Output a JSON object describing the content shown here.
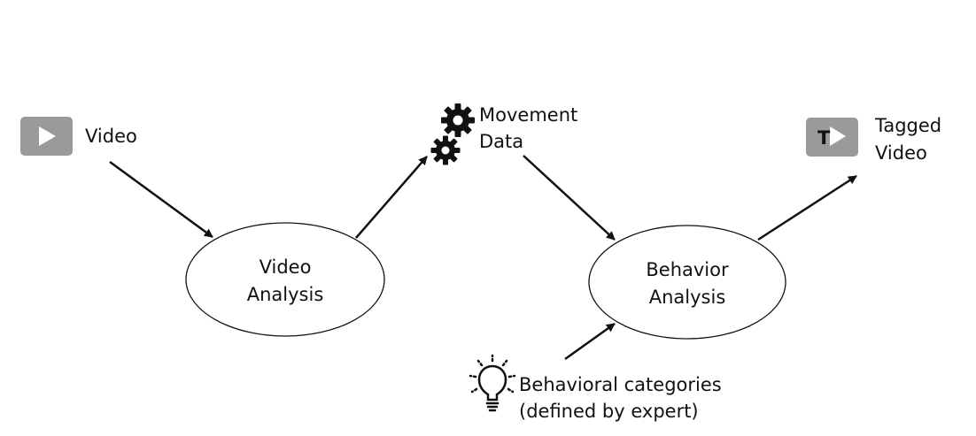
{
  "colors": {
    "icon_gray": "#9a9a9a",
    "ink": "#111111",
    "background": "#ffffff"
  },
  "icons": {
    "video": "play-icon",
    "movement_data": "gears-icon",
    "tagged_video": "tagged-video-icon",
    "behavioral_categories": "lightbulb-icon"
  },
  "nodes": {
    "video": {
      "label": "Video"
    },
    "movement_data": {
      "line1": "Movement",
      "line2": "Data"
    },
    "tagged_video": {
      "line1": "Tagged",
      "line2": "Video",
      "icon_letter": "T"
    },
    "video_analysis": {
      "line1": "Video",
      "line2": "Analysis"
    },
    "behavior_analysis": {
      "line1": "Behavior",
      "line2": "Analysis"
    },
    "behavioral_categories": {
      "line1": "Behavioral categories",
      "line2": "(defined by expert)"
    }
  }
}
